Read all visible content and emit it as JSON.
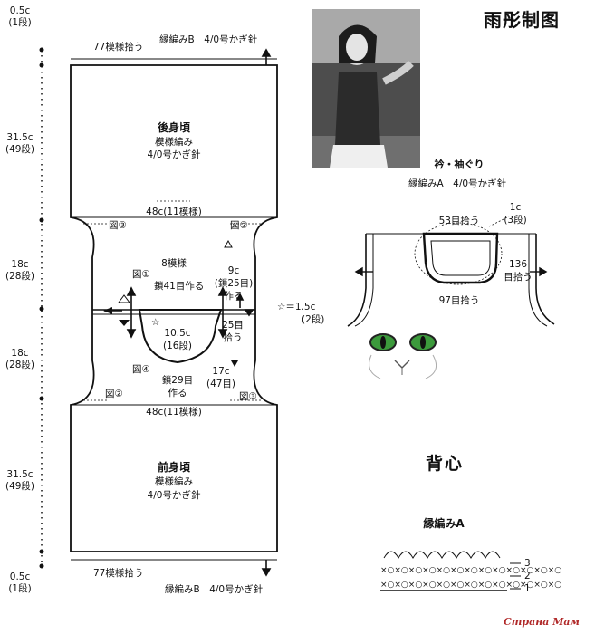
{
  "watermark_top": "雨彤制图",
  "watermark_bottom": "Страна Мам",
  "title_cn": "背心",
  "main_diagram": {
    "top_count": "77模様拾う",
    "top_edge": "縁編みB　4/0号かぎ針",
    "bottom_count": "77模様拾う",
    "bottom_edge": "縁編みB　4/0号かぎ針",
    "back": {
      "title": "後身頃",
      "pattern": "模様編み",
      "needle": "4/0号かぎ針"
    },
    "front": {
      "title": "前身頃",
      "pattern": "模様編み",
      "needle": "4/0号かぎ針"
    },
    "width_upper": "48c(11模様)",
    "width_lower": "48c(11模様)",
    "middle_count": "8模様",
    "chain41": "鎖41目作る",
    "chain29": [
      "鎖29目",
      "作る"
    ],
    "chain25": [
      "9c",
      "(鎖25目)",
      "作る"
    ],
    "pick25": [
      "25目",
      "拾う"
    ],
    "hole_depth": [
      "10.5c",
      "(16段)"
    ],
    "hole_side": [
      "17c",
      "(47目)"
    ],
    "star_note": [
      "☆＝1.5c",
      "(2段)"
    ],
    "markers": [
      "図①",
      "図②",
      "図③",
      "図④"
    ],
    "left_measures": [
      {
        "v": "0.5c",
        "r": "(1段)"
      },
      {
        "v": "31.5c",
        "r": "(49段)"
      },
      {
        "v": "18c",
        "r": "(28段)"
      },
      {
        "v": "18c",
        "r": "(28段)"
      },
      {
        "v": "31.5c",
        "r": "(49段)"
      },
      {
        "v": "0.5c",
        "r": "(1段)"
      }
    ]
  },
  "armhole_diagram": {
    "title": "衿・袖ぐり",
    "subtitle": "縁編みA　4/0号かぎ針",
    "top_pick": "53目拾う",
    "bottom_pick": "97目拾う",
    "edge_height": [
      "1c",
      "(3段)"
    ],
    "side_pick": [
      "136",
      "目拾う"
    ]
  },
  "edging_chart": {
    "title": "縁編みA",
    "rows": [
      "3",
      "2",
      "1"
    ]
  }
}
